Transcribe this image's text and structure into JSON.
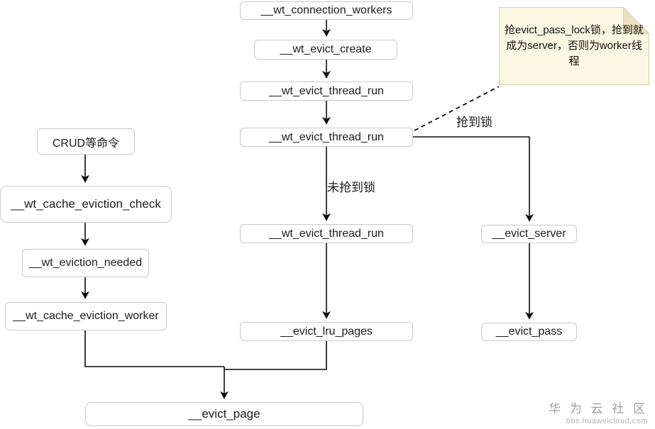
{
  "diagram": {
    "nodes": [
      {
        "id": "connection-workers",
        "label": "__wt_connection_workers"
      },
      {
        "id": "evict-create",
        "label": "__wt_evict_create"
      },
      {
        "id": "evict-thread-run-1",
        "label": "__wt_evict_thread_run"
      },
      {
        "id": "evict-thread-run-2",
        "label": "__wt_evict_thread_run"
      },
      {
        "id": "evict-thread-run-3",
        "label": "__wt_evict_thread_run"
      },
      {
        "id": "evict-lru-pages",
        "label": "__evict_lru_pages"
      },
      {
        "id": "evict-server",
        "label": "__evict_server"
      },
      {
        "id": "evict-pass",
        "label": "__evict_pass"
      },
      {
        "id": "crud-commands",
        "label": "CRUD等命令"
      },
      {
        "id": "cache-eviction-check",
        "label": "__wt_cache_eviction_check"
      },
      {
        "id": "eviction-needed",
        "label": "__wt_eviction_needed"
      },
      {
        "id": "cache-eviction-worker",
        "label": "__wt_cache_eviction_worker"
      },
      {
        "id": "evict-page",
        "label": "__evict_page"
      }
    ],
    "edge_labels": {
      "grabbed_lock": "抢到锁",
      "not_grabbed_lock": "未抢到锁"
    },
    "note": {
      "text": "抢evict_pass_lock锁，抢到就成为server，否则为worker线程"
    },
    "watermark": {
      "title": "华 为 云 社 区",
      "subtitle": "bbs.huaweicloud.com"
    },
    "colors": {
      "note_bg": "#fcf7e3",
      "note_fold": "#ece0bf",
      "note_border": "#d8cda9",
      "box_border": "#c9c9c9",
      "line": "#0d0d0d",
      "watermark": "#9e9e9e"
    }
  }
}
